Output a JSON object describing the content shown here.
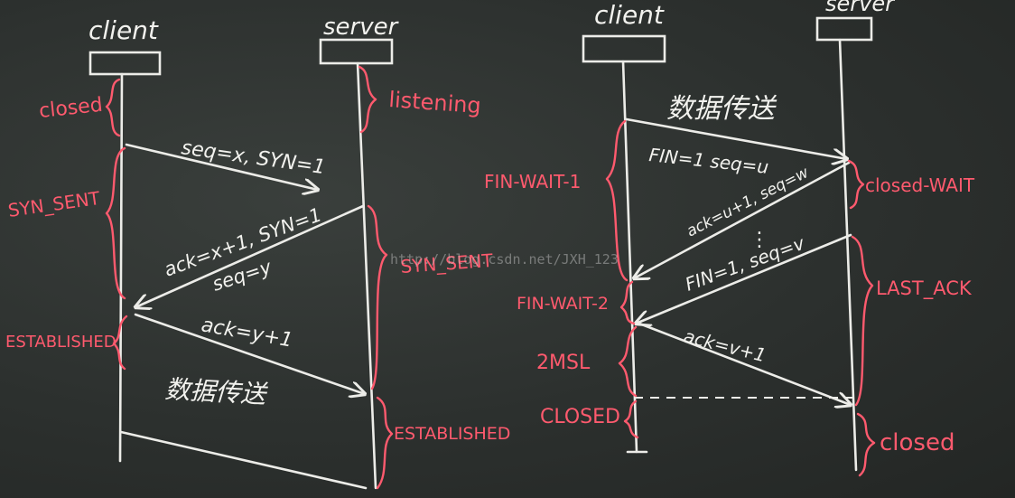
{
  "handshake": {
    "client_label": "client",
    "server_label": "server",
    "client_states": [
      "closed",
      "SYN_SENT",
      "ESTABLISHED"
    ],
    "server_states": [
      "listening",
      "SYN_SENT",
      "ESTABLISHED"
    ],
    "messages": [
      "seq=x, SYN=1",
      "ack=x+1, SYN=1",
      "seq=y",
      "ack=y+1",
      "数据传送"
    ]
  },
  "teardown": {
    "client_label": "client",
    "server_label": "server",
    "top_label": "数据传送",
    "client_states": [
      "FIN-WAIT-1",
      "FIN-WAIT-2",
      "2MSL",
      "CLOSED"
    ],
    "server_states": [
      "closed-WAIT",
      "LAST_ACK",
      "closed"
    ],
    "messages": [
      "FIN=1  seq=u",
      "ack=u+1, seq=w",
      "FIN=1, seq=v",
      "ack=v+1"
    ],
    "ellipsis": "⋮"
  },
  "watermark": "http://blog.csdn.net/JXH_123"
}
